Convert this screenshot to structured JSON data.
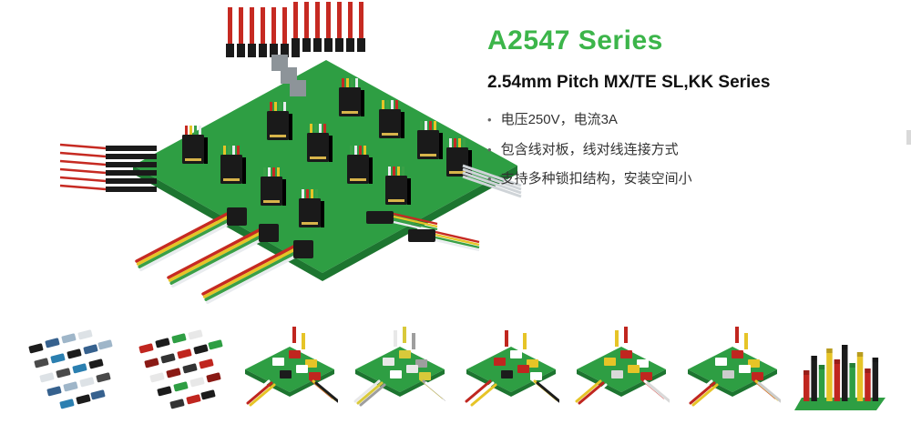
{
  "hero": {
    "title": "A2547 Series",
    "subtitle": "2.54mm Pitch MX/TE SL,KK Series",
    "bullet_char": "•",
    "bullets": [
      "电压250V，电流3A",
      "包含线对板，线对线连接方式",
      "支持多种锁扣结构，安装空间小"
    ],
    "accent_color": "#3cb54a"
  },
  "illustration": {
    "pcb_color": "#2e9e43",
    "pcb_edge_color": "#1d7530",
    "connector_color": "#1a1a1a",
    "housing_gray": "#8d9499",
    "pin_gold": "#d7b44a",
    "wire_colors": [
      "#c62a22",
      "#e6c427",
      "#3aa047",
      "#e9ecef"
    ]
  },
  "gallery": {
    "items": [
      {
        "name": "series-thumbnail-1",
        "type": "scatter",
        "palette": [
          "#1c1c1c",
          "#36618e",
          "#9fb6c9",
          "#dde2e6",
          "#4a4a4a",
          "#2b7fb0"
        ]
      },
      {
        "name": "series-thumbnail-2",
        "type": "scatter",
        "palette": [
          "#c0261f",
          "#1c1c1c",
          "#2e9e43",
          "#e8e8e8",
          "#8a1a15",
          "#333333"
        ]
      },
      {
        "name": "series-thumbnail-3",
        "type": "board",
        "palette": [
          "#ffffff",
          "#c0261f",
          "#e6c427",
          "#1c1c1c"
        ]
      },
      {
        "name": "series-thumbnail-4",
        "type": "board",
        "palette": [
          "#e8e8e8",
          "#d9c93a",
          "#9e9e9e",
          "#ffffff"
        ]
      },
      {
        "name": "series-thumbnail-5",
        "type": "board",
        "palette": [
          "#c0261f",
          "#ffffff",
          "#e6c427",
          "#1c1c1c"
        ]
      },
      {
        "name": "series-thumbnail-6",
        "type": "board",
        "palette": [
          "#e6c427",
          "#c0261f",
          "#ffffff",
          "#d9d9d9"
        ]
      },
      {
        "name": "series-thumbnail-7",
        "type": "board",
        "palette": [
          "#ffffff",
          "#c0261f",
          "#e6c427",
          "#cccccc"
        ]
      },
      {
        "name": "series-thumbnail-8",
        "type": "stack",
        "palette": [
          "#c0261f",
          "#1c1c1c",
          "#2e9e43",
          "#e6c427"
        ]
      }
    ]
  }
}
